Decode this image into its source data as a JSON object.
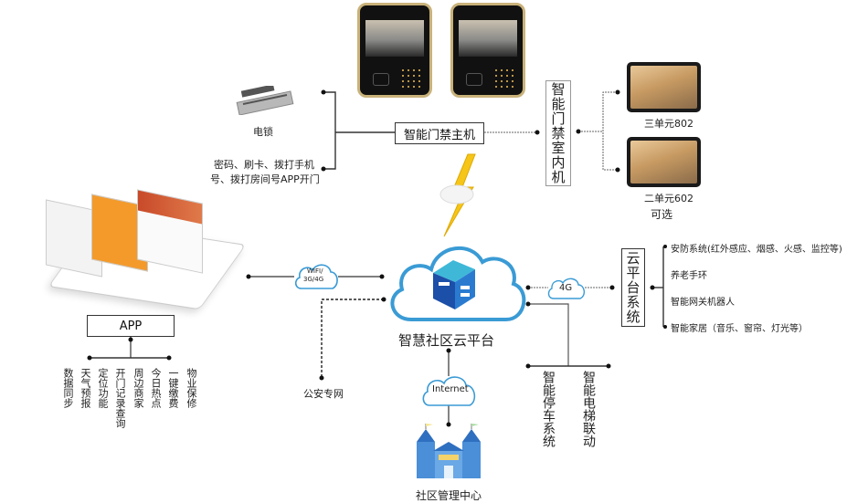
{
  "center": {
    "title": "智慧社区云平台",
    "logo_icon": "cloud-platform-logo-icon"
  },
  "door_host": {
    "label": "智能门禁主机",
    "devices_count": 2
  },
  "lock": {
    "label": "电锁",
    "open_methods_line1": "密码、刷卡、拨打手机",
    "open_methods_line2": "号、拨打房间号APP开门"
  },
  "indoor_unit": {
    "label": "智能门禁室内机",
    "units": [
      {
        "label": "三单元802"
      },
      {
        "label": "二单元602"
      }
    ],
    "optional_label": "可选"
  },
  "cloud_system": {
    "label": "云平台系统",
    "link_label": "4G",
    "items": [
      {
        "label": "安防系统(红外感应、烟感、火感、监控等)"
      },
      {
        "label": "养老手环"
      },
      {
        "label": "智能网关机器人"
      },
      {
        "label": "智能家居（音乐、窗帘、灯光等）"
      }
    ]
  },
  "app": {
    "link_label_line1": "WIFI/",
    "link_label_line2": "3G/4G",
    "label": "APP",
    "features": [
      {
        "label": "数据同步"
      },
      {
        "label": "天气预报"
      },
      {
        "label": "定位功能"
      },
      {
        "label": "开门记录查询"
      },
      {
        "label": "周边商家"
      },
      {
        "label": "今日热点"
      },
      {
        "label": "一键缴费"
      },
      {
        "label": "物业保修"
      }
    ]
  },
  "police": {
    "label": "公安专网"
  },
  "internet": {
    "label": "Internet"
  },
  "management": {
    "label": "社区管理中心"
  },
  "subsystems": [
    {
      "label": "智能停车系统"
    },
    {
      "label": "智能电梯联动"
    }
  ],
  "colors": {
    "cloud_stroke": "#3a9bd5",
    "cloud_logo_dark": "#1b4fa8",
    "cloud_logo_light": "#3fb8d8",
    "bolt": "#f5c518",
    "gold": "#c9b27a",
    "building": "#4a8fd8"
  }
}
